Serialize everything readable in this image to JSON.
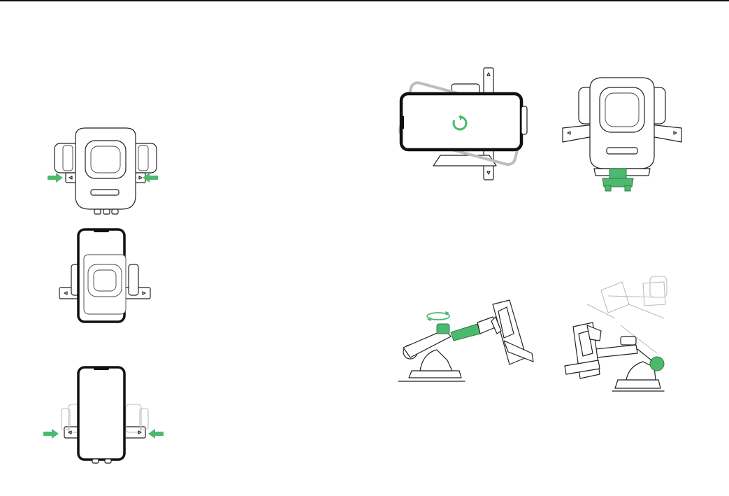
{
  "colors": {
    "accent": "#4cba6e",
    "line": "#222222",
    "ghost": "#bdbdbd",
    "phone": "#111111"
  },
  "figures": {
    "mount_squeeze": {
      "icon": "mount-front-with-squeeze-arrows"
    },
    "phone_portrait_inserted": {
      "icon": "phone-in-mount-portrait"
    },
    "phone_portrait_squeeze": {
      "icon": "phone-mount-release-arrows"
    },
    "phone_rotate": {
      "icon": "rotate-arrow-icon"
    },
    "base_lock": {
      "icon": "mount-with-green-base-connector"
    },
    "telescopic_arm": {
      "icon": "telescopic-arm-rotation-ring"
    },
    "pivot_ball": {
      "icon": "pivot-ball-joint-adjustment"
    }
  }
}
